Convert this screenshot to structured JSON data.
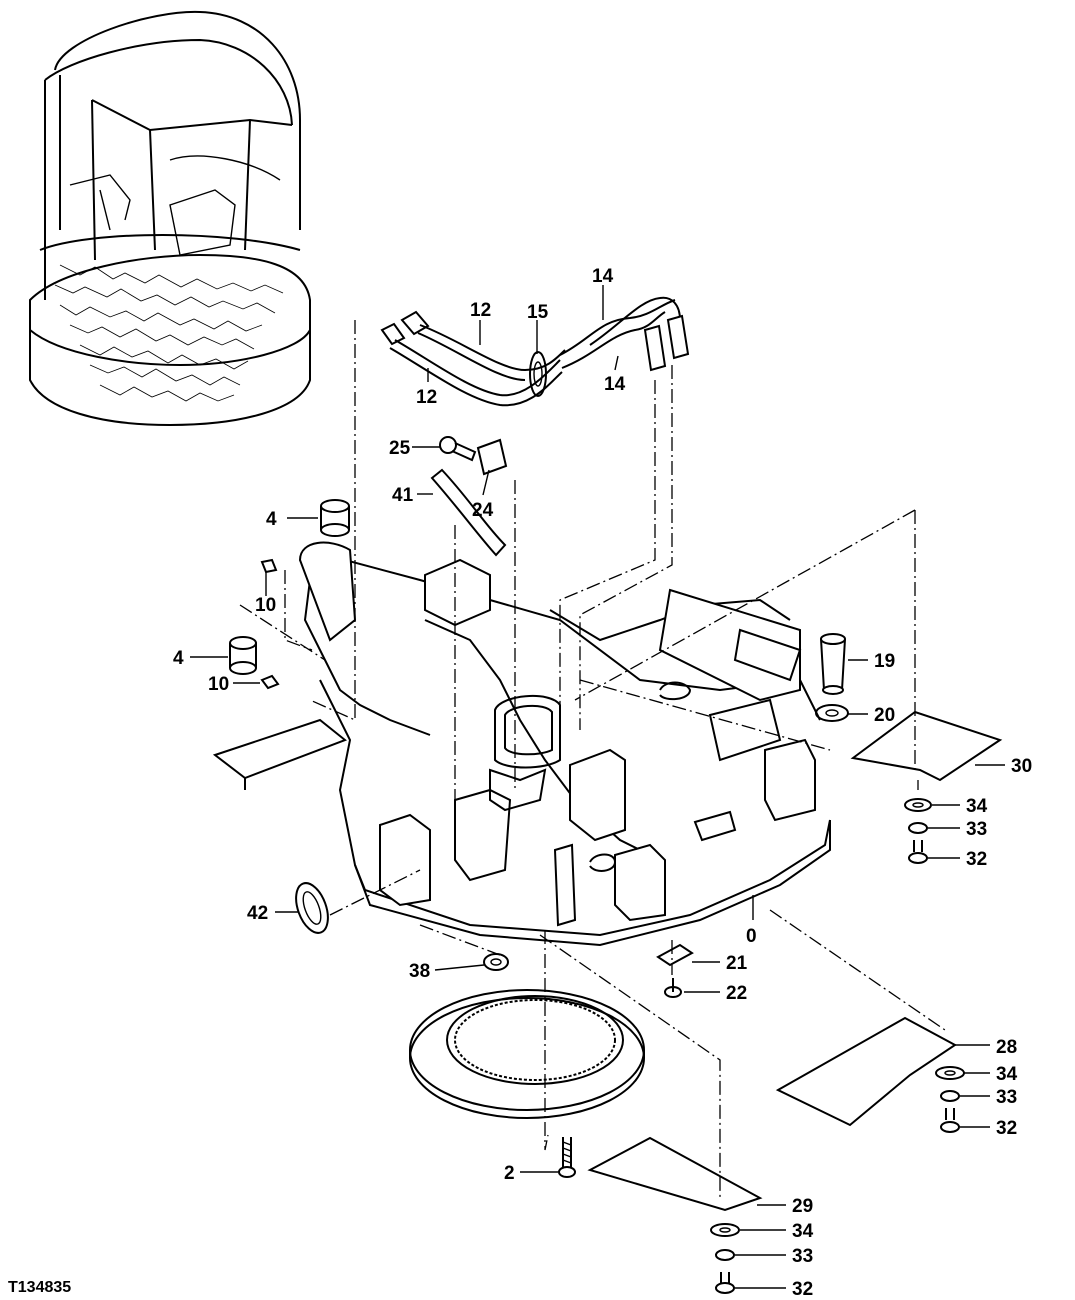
{
  "figure_id": "T134835",
  "callouts": [
    {
      "id": "c12a",
      "label": "12"
    },
    {
      "id": "c12b",
      "label": "12"
    },
    {
      "id": "c15",
      "label": "15"
    },
    {
      "id": "c14a",
      "label": "14"
    },
    {
      "id": "c14b",
      "label": "14"
    },
    {
      "id": "c25",
      "label": "25"
    },
    {
      "id": "c41",
      "label": "41"
    },
    {
      "id": "c24",
      "label": "24"
    },
    {
      "id": "c4a",
      "label": "4"
    },
    {
      "id": "c10a",
      "label": "10"
    },
    {
      "id": "c4b",
      "label": "4"
    },
    {
      "id": "c10b",
      "label": "10"
    },
    {
      "id": "c19",
      "label": "19"
    },
    {
      "id": "c20",
      "label": "20"
    },
    {
      "id": "c30",
      "label": "30"
    },
    {
      "id": "c34a",
      "label": "34"
    },
    {
      "id": "c33a",
      "label": "33"
    },
    {
      "id": "c32a",
      "label": "32"
    },
    {
      "id": "c0",
      "label": "0"
    },
    {
      "id": "c42",
      "label": "42"
    },
    {
      "id": "c21",
      "label": "21"
    },
    {
      "id": "c38",
      "label": "38"
    },
    {
      "id": "c22",
      "label": "22"
    },
    {
      "id": "c28",
      "label": "28"
    },
    {
      "id": "c34b",
      "label": "34"
    },
    {
      "id": "c33b",
      "label": "33"
    },
    {
      "id": "c32b",
      "label": "32"
    },
    {
      "id": "c2",
      "label": "2"
    },
    {
      "id": "c29",
      "label": "29"
    },
    {
      "id": "c34c",
      "label": "34"
    },
    {
      "id": "c33c",
      "label": "33"
    },
    {
      "id": "c32c",
      "label": "32"
    }
  ]
}
